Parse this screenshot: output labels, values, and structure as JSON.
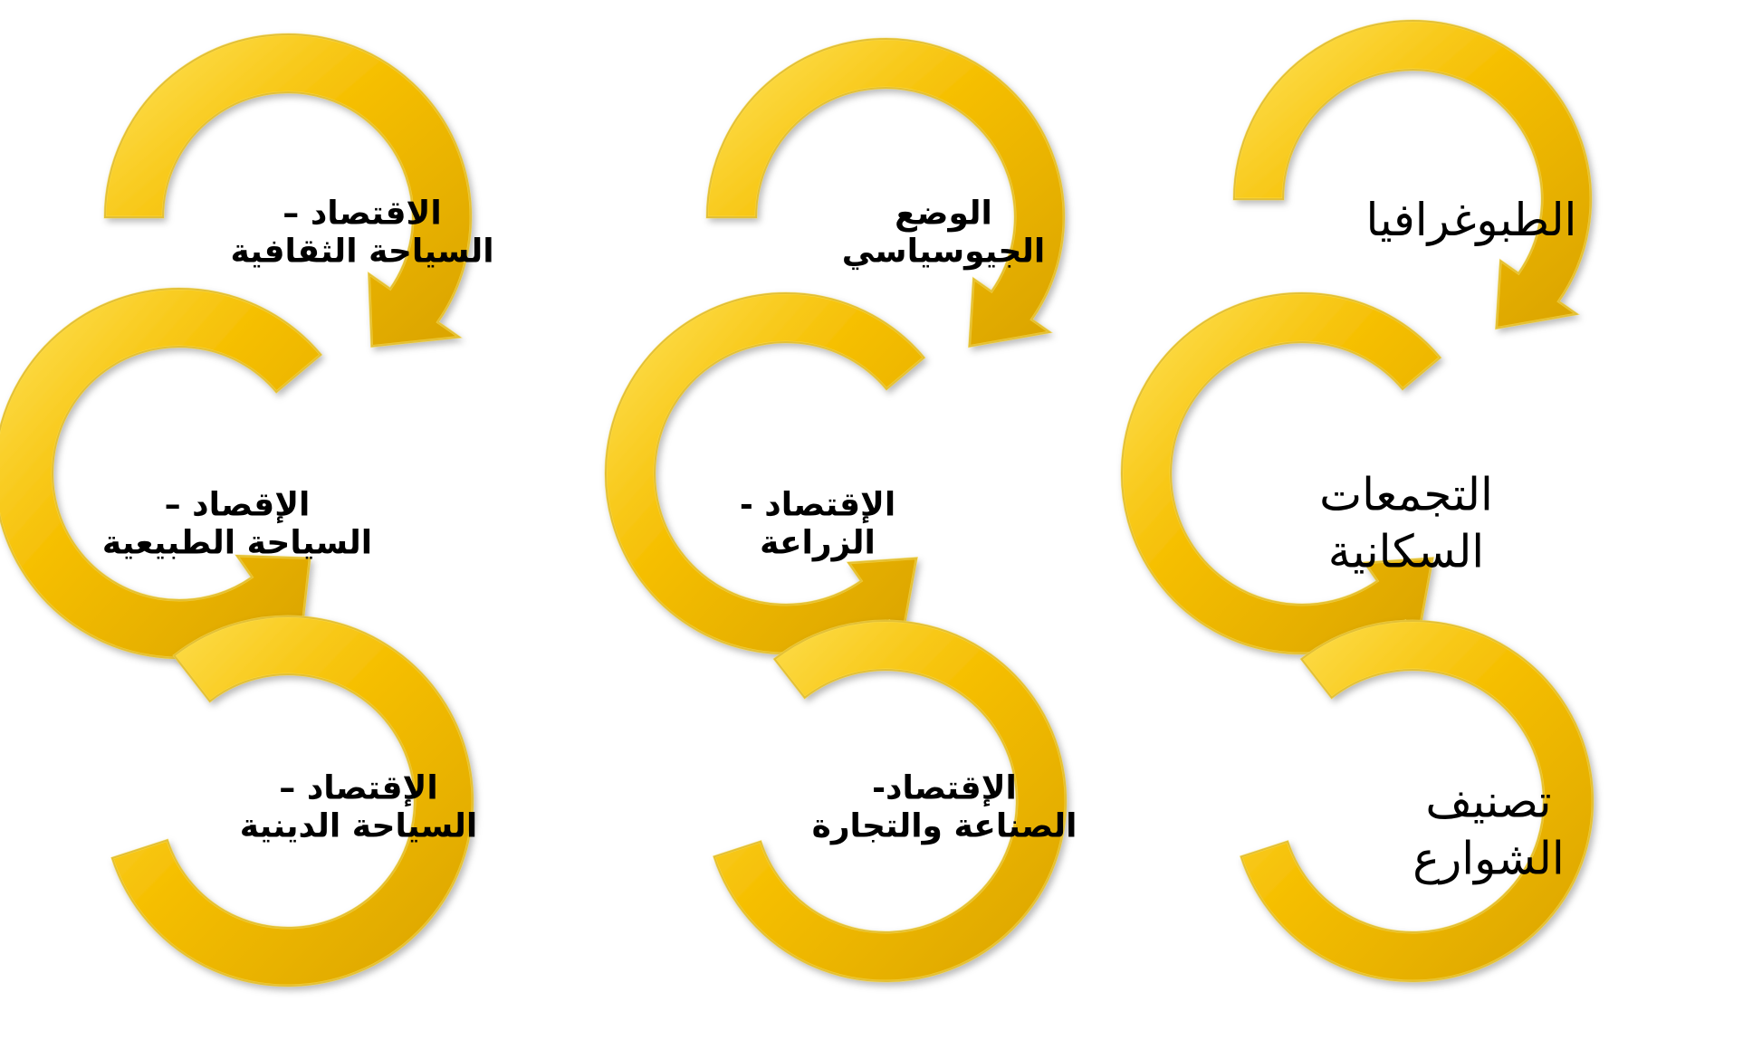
{
  "colors": {
    "ring_base": "#F5BE00",
    "ring_light": "#FFE45C",
    "ring_dark": "#C99400",
    "ring_outline": "#B88A00",
    "text": "#000000"
  },
  "columns": [
    {
      "name": "left",
      "style": "bold",
      "items": [
        {
          "lines": [
            "الاقتصاد –",
            "السياحة الثقافية"
          ]
        },
        {
          "lines": [
            "الإقصاد –",
            "السياحة الطبيعية"
          ]
        },
        {
          "lines": [
            "الإقتصاد –",
            "السياحة الدينية"
          ]
        }
      ]
    },
    {
      "name": "middle",
      "style": "bold",
      "items": [
        {
          "lines": [
            "الوضع",
            "الجيوسياسي"
          ]
        },
        {
          "lines": [
            "الإقتصاد -",
            "الزراعة"
          ]
        },
        {
          "lines": [
            "الإقتصاد-",
            "الصناعة والتجارة"
          ]
        }
      ]
    },
    {
      "name": "right",
      "style": "regular",
      "items": [
        {
          "lines": [
            "الطبوغرافيا"
          ]
        },
        {
          "lines": [
            "التجمعات",
            "السكانية"
          ]
        },
        {
          "lines": [
            "تصنيف",
            "الشوارع"
          ]
        }
      ]
    }
  ]
}
